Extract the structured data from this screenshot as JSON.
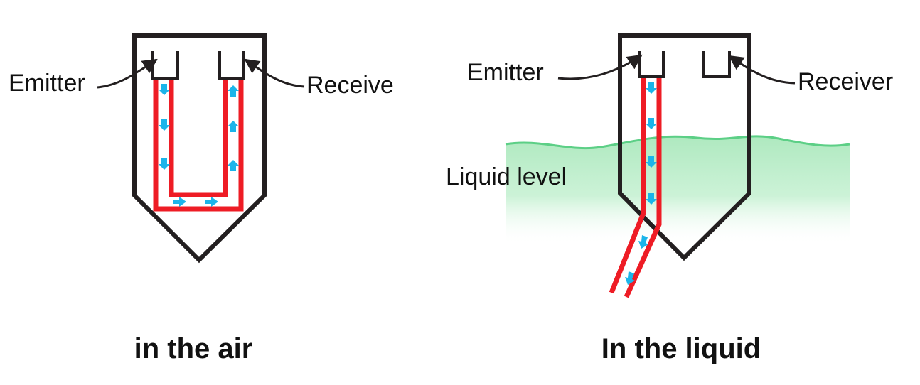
{
  "left_panel": {
    "emitter_label": "Emitter",
    "receiver_label": "Receive",
    "caption": "in the air"
  },
  "right_panel": {
    "emitter_label": "Emitter",
    "receiver_label": "Receiver",
    "liquid_label": "Liquid level",
    "caption": "In the liquid"
  },
  "colors": {
    "outline": "#231f20",
    "light_path": "#ee1c25",
    "arrow": "#1bb5ea",
    "liquid": "#8fe3a8",
    "liquid_edge": "#5ccf86",
    "text": "#111111"
  }
}
